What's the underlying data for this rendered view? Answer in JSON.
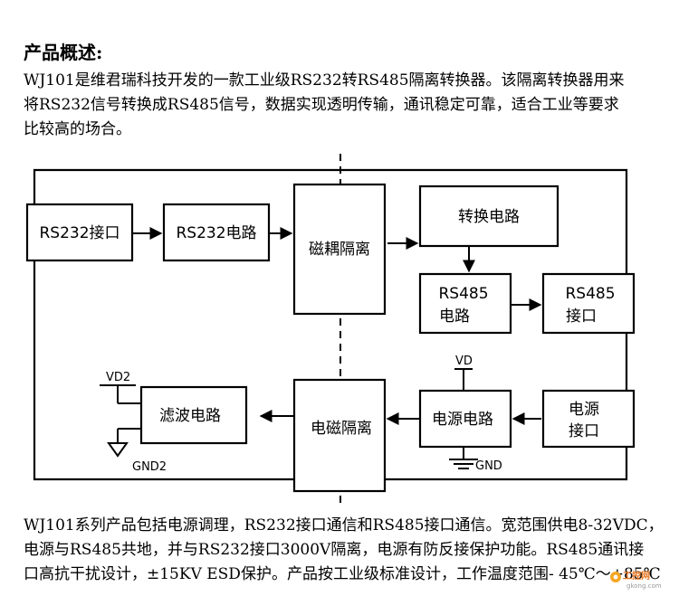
{
  "overview": {
    "heading": "产品概述:",
    "lines": [
      "WJ101是维君瑞科技开发的一款工业级RS232转RS485隔离转换器。该隔离转换器用来",
      "将RS232信号转换成RS485信号，数据实现透明传输，通讯稳定可靠，适合工业等要求",
      "比较高的场合。"
    ]
  },
  "diagram": {
    "blocks": {
      "rs232_port": "RS232接口",
      "rs232_circuit": "RS232电路",
      "magnetic_isolation": "磁耦隔离",
      "convert_circuit": "转换电路",
      "rs485_circuit": [
        "RS485",
        "电路"
      ],
      "rs485_port": [
        "RS485",
        "接口"
      ],
      "filter_circuit": "滤波电路",
      "em_isolation": "电磁隔离",
      "power_circuit": "电源电路",
      "power_port": [
        "电源",
        "接口"
      ]
    },
    "labels": {
      "vd2": "VD2",
      "gnd2": "GND2",
      "vd": "VD",
      "gnd": "GND"
    }
  },
  "features": {
    "lines": [
      "WJ101系列产品包括电源调理，RS232接口通信和RS485接口通信。宽范围供电8-32VDC，",
      "电源与RS485共地，并与RS232接口3000V隔离，电源有防反接保护功能。RS485通讯接",
      "口高抗干扰设计，±15KV ESD保护。产品按工业级标准设计，工作温度范围- 45℃～+85℃"
    ]
  },
  "watermark": {
    "name": "工控网",
    "site": "gkong.com"
  }
}
